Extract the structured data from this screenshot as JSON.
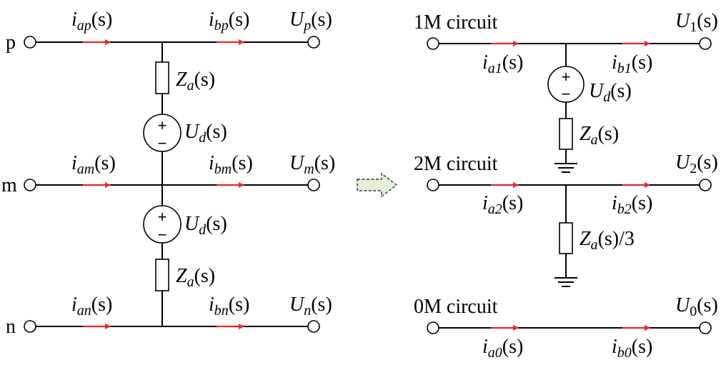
{
  "colors": {
    "wire": "#000000",
    "current_arrow": "#e8272a",
    "transform_arrow_fill": "#e3efd9"
  },
  "left": {
    "nodes": {
      "p": "p",
      "m": "m",
      "n": "n"
    },
    "currents": {
      "iap": {
        "sym": "i",
        "sub": "ap",
        "arg": "(s)"
      },
      "ibp": {
        "sym": "i",
        "sub": "bp",
        "arg": "(s)"
      },
      "iam": {
        "sym": "i",
        "sub": "am",
        "arg": "(s)"
      },
      "ibm": {
        "sym": "i",
        "sub": "bm",
        "arg": "(s)"
      },
      "ian": {
        "sym": "i",
        "sub": "an",
        "arg": "(s)"
      },
      "ibn": {
        "sym": "i",
        "sub": "bn",
        "arg": "(s)"
      }
    },
    "voltages": {
      "up": {
        "sym": "U",
        "sub": "p",
        "arg": "(s)"
      },
      "um": {
        "sym": "U",
        "sub": "m",
        "arg": "(s)"
      },
      "un": {
        "sym": "U",
        "sub": "n",
        "arg": "(s)"
      }
    },
    "za_top": {
      "sym": "Z",
      "sub": "a",
      "arg": "(s)"
    },
    "ud_top": {
      "sym": "U",
      "sub": "d",
      "arg": "(s)"
    },
    "ud_bot": {
      "sym": "U",
      "sub": "d",
      "arg": "(s)"
    },
    "za_bot": {
      "sym": "Z",
      "sub": "a",
      "arg": "(s)"
    }
  },
  "right": {
    "circuit1": "1M circuit",
    "circuit2": "2M circuit",
    "circuit0": "0M circuit",
    "currents": {
      "ia1": {
        "sym": "i",
        "sub": "a1",
        "arg": "(s)"
      },
      "ib1": {
        "sym": "i",
        "sub": "b1",
        "arg": "(s)"
      },
      "ia2": {
        "sym": "i",
        "sub": "a2",
        "arg": "(s)"
      },
      "ib2": {
        "sym": "i",
        "sub": "b2",
        "arg": "(s)"
      },
      "ia0": {
        "sym": "i",
        "sub": "a0",
        "arg": "(s)"
      },
      "ib0": {
        "sym": "i",
        "sub": "b0",
        "arg": "(s)"
      }
    },
    "voltages": {
      "u1": {
        "sym": "U",
        "sub": "1",
        "arg": "(s)"
      },
      "u2": {
        "sym": "U",
        "sub": "2",
        "arg": "(s)"
      },
      "u0": {
        "sym": "U",
        "sub": "0",
        "arg": "(s)"
      }
    },
    "ud": {
      "sym": "U",
      "sub": "d",
      "arg": "(s)"
    },
    "za1": {
      "sym": "Z",
      "sub": "a",
      "arg": "(s)"
    },
    "za2": {
      "sym": "Z",
      "sub": "a",
      "arg": "(s)/3"
    }
  },
  "signs": {
    "plus": "+",
    "minus": "−"
  }
}
